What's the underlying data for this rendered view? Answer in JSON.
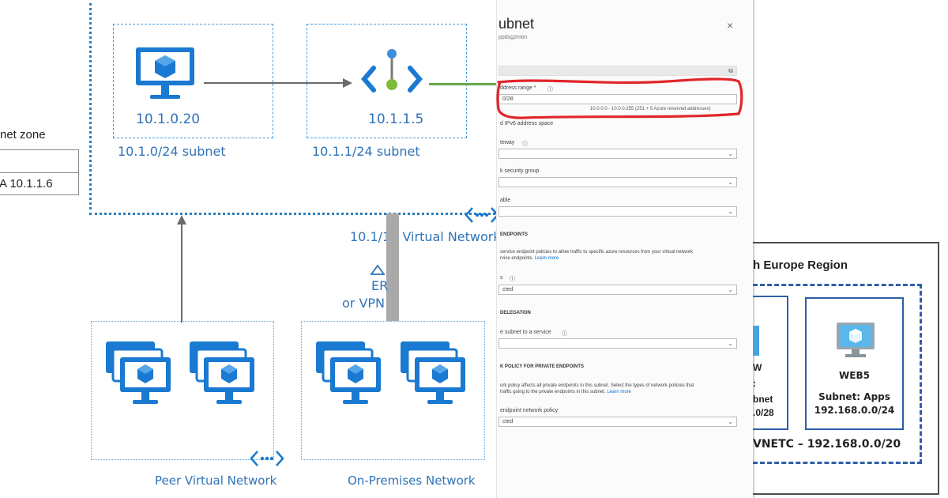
{
  "diagram": {
    "dns": {
      "title": "net zone",
      "rows": [
        "",
        "A 10.1.1.6"
      ]
    },
    "vm_ip": "10.1.0.20",
    "endpoint_ip": "10.1.1.5",
    "subnet_a": "10.1.0/24 subnet",
    "subnet_b": "10.1.1/24 subnet",
    "vnet_label": "10.1/16 Virtual Network",
    "er_label": "ER",
    "vpn_label": "or VPN",
    "peer_label": "Peer Virtual Network",
    "onprem_label": "On-Premises Network"
  },
  "panel": {
    "title": "ubnet",
    "subtitle": "ppdsg2mtm",
    "close_icon": "close-icon",
    "address_range_label": "ddress range *",
    "address_range_value": "0/28",
    "address_range_hint": "10.0.0.0 - 10.0.0.255 (251 + 5 Azure reserved addresses)",
    "ipv6_label": "d IPv6 address space",
    "nat_gateway_label": "teway",
    "nsg_label": "k security group",
    "route_table_label": "able",
    "service_endpoints_heading": "ENDPOINTS",
    "service_endpoints_desc1": "service endpoint policies to allow traffic to specific azure resources from your virtual network",
    "service_endpoints_desc2": "rvice endpoints.",
    "learn_more": "Learn more",
    "services_label": "s",
    "services_value": "cted",
    "delegation_heading": "DELEGATION",
    "delegation_label": "e subnet to a service",
    "pe_policy_heading": "K POLICY FOR PRIVATE ENDPOINTS",
    "pe_policy_desc1": "ork policy affects all private endpoints in this subnet. Select the types of network policies that",
    "pe_policy_desc2": "traffic going to the private endpoints in this subnet.",
    "pe_policy_label": "endpoint network policy",
    "pe_policy_value": "cted",
    "highlight_color": "#e0262b"
  },
  "slide": {
    "region": "h Europe Region",
    "left_server_name": "W",
    "left_subnet_line1": ":",
    "left_subnet_line2": "bnet",
    "left_subnet_line3": ".0/28",
    "server_name": "WEB5",
    "server_subnet": "Subnet: Apps",
    "server_cidr": "192.168.0.0/24",
    "vnet": "VNETC – 192.168.0.0/20"
  },
  "colors": {
    "azure_blue": "#0f6fc6",
    "label_blue": "#2f73b8",
    "link_green": "#6aa84f",
    "arrow_grey": "#6b6b6b"
  }
}
